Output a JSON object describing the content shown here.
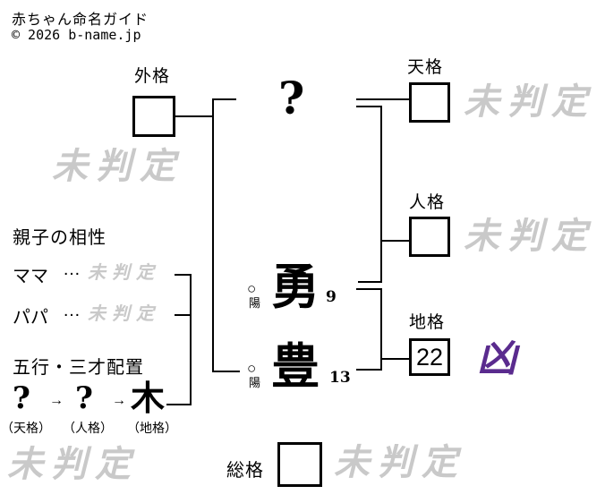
{
  "header": {
    "title": "赤ちゃん命名ガイド",
    "copyright": "© 2026 b-name.jp"
  },
  "name_diagram": {
    "surname_unknown": "?",
    "given_chars": [
      {
        "char": "勇",
        "strokes": "9",
        "yinyang_symbol": "○",
        "yinyang_label": "陽"
      },
      {
        "char": "豊",
        "strokes": "13",
        "yinyang_symbol": "○",
        "yinyang_label": "陽"
      }
    ]
  },
  "kaku": {
    "gaikaku_label": "外格",
    "tenkaku_label": "天格",
    "jinkaku_label": "人格",
    "chikaku_label": "地格",
    "soukaku_label": "総格",
    "chikaku_value": "22",
    "chikaku_result": "凶",
    "undetermined": "未判定"
  },
  "compatibility": {
    "heading": "親子の相性",
    "rows": [
      {
        "label": "ママ",
        "dots": "…",
        "result": "未判定"
      },
      {
        "label": "パパ",
        "dots": "…",
        "result": "未判定"
      }
    ]
  },
  "gogyo": {
    "heading": "五行・三才配置",
    "arrow": "→",
    "items": [
      {
        "value": "?",
        "label": "（天格）"
      },
      {
        "value": "?",
        "label": "（人格）"
      },
      {
        "value": "木",
        "label": "（地格）"
      }
    ]
  },
  "colors": {
    "watermark_gray": "#c9c9c9",
    "result_purple": "#5a2b8e",
    "line_black": "#000000"
  }
}
